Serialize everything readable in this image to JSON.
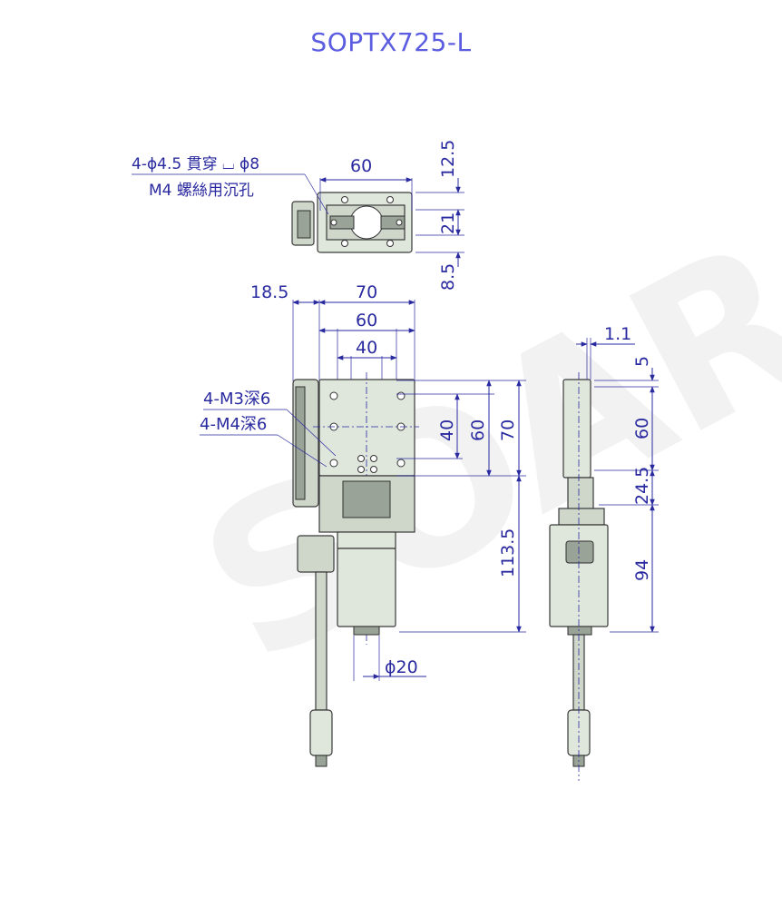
{
  "title": "SOPTX725-L",
  "top_view": {
    "note_line1": "4-ϕ4.5 貫穿 ⌴ ϕ8",
    "note_line2": "M4 螺絲用沉孔",
    "dim_width": "60",
    "dim_top": "12.5",
    "dim_mid": "21",
    "dim_bottom": "8.5"
  },
  "front_view": {
    "dim_offset": "18.5",
    "dim_70": "70",
    "dim_60": "60",
    "dim_40": "40",
    "label_m3": "4-M3深6",
    "label_m4": "4-M4深6",
    "dim_v40": "40",
    "dim_v60": "60",
    "dim_v70": "70",
    "dim_motor": "113.5",
    "dim_shaft": "ϕ20"
  },
  "side_view": {
    "dim_1_1": "1.1",
    "dim_5": "5",
    "dim_60": "60",
    "dim_24_5": "24.5",
    "dim_94": "94"
  },
  "watermark": "SOAR",
  "colors": {
    "title": "#5b5ce0",
    "dimension": "#2a2aa0",
    "body": "#dfe6dc"
  }
}
